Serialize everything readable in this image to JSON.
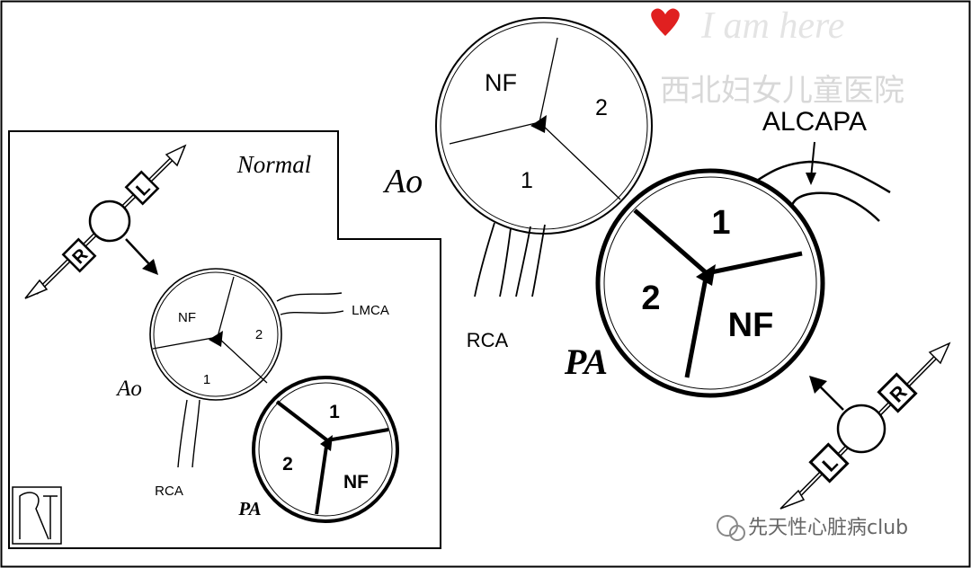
{
  "watermark": {
    "tagline": "I am here",
    "hospital": "西北妇女儿童医院",
    "account": "先天性心脏病club"
  },
  "normal_panel": {
    "title": "Normal",
    "ao": {
      "label": "Ao",
      "cusp_nf": "NF",
      "cusp_2": "2",
      "cusp_1": "1"
    },
    "pa": {
      "label": "PA",
      "cusp_1": "1",
      "cusp_2": "2",
      "cusp_nf": "NF"
    },
    "lmca_label": "LMCA",
    "rca_label": "RCA",
    "orientation": {
      "left": "L",
      "right": "R"
    }
  },
  "alcapa_panel": {
    "alcapa_label": "ALCAPA",
    "ao": {
      "label": "Ao",
      "cusp_nf": "NF",
      "cusp_2": "2",
      "cusp_1": "1"
    },
    "pa": {
      "label": "PA",
      "cusp_1": "1",
      "cusp_2": "2",
      "cusp_nf": "NF"
    },
    "rca_label": "RCA",
    "orientation": {
      "left": "L",
      "right": "R"
    }
  },
  "logo": {
    "name": "RT-logo"
  }
}
